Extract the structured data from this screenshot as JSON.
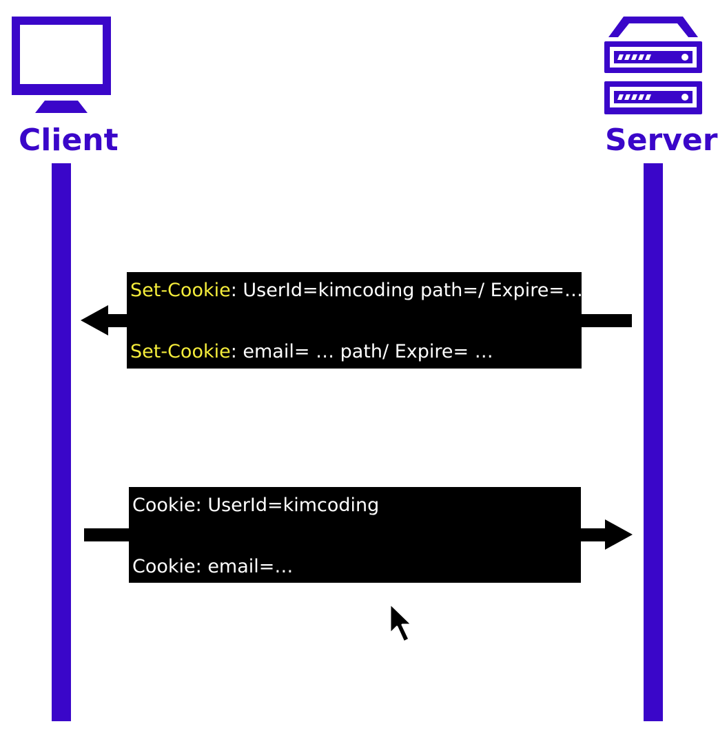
{
  "actors": {
    "client": {
      "label": "Client",
      "icon": "monitor-icon"
    },
    "server": {
      "label": "Server",
      "icon": "server-icon"
    }
  },
  "messages": [
    {
      "direction": "server-to-client",
      "lines": [
        {
          "key": "Set-Cookie",
          "rest": ": UserId=kimcoding path=/ Expire=…"
        },
        {
          "key": "Set-Cookie",
          "rest": ": email= … path/ Expire= …"
        }
      ]
    },
    {
      "direction": "client-to-server",
      "lines": [
        {
          "text": "Cookie: UserId=kimcoding"
        },
        {
          "text": "Cookie: email=…"
        }
      ]
    }
  ],
  "colors": {
    "accent": "#3a06c9",
    "box": "#000000",
    "box_text": "#ffffff",
    "highlight": "#f5ed3b"
  },
  "overlay": {
    "cursor": "mouse-pointer-icon"
  }
}
